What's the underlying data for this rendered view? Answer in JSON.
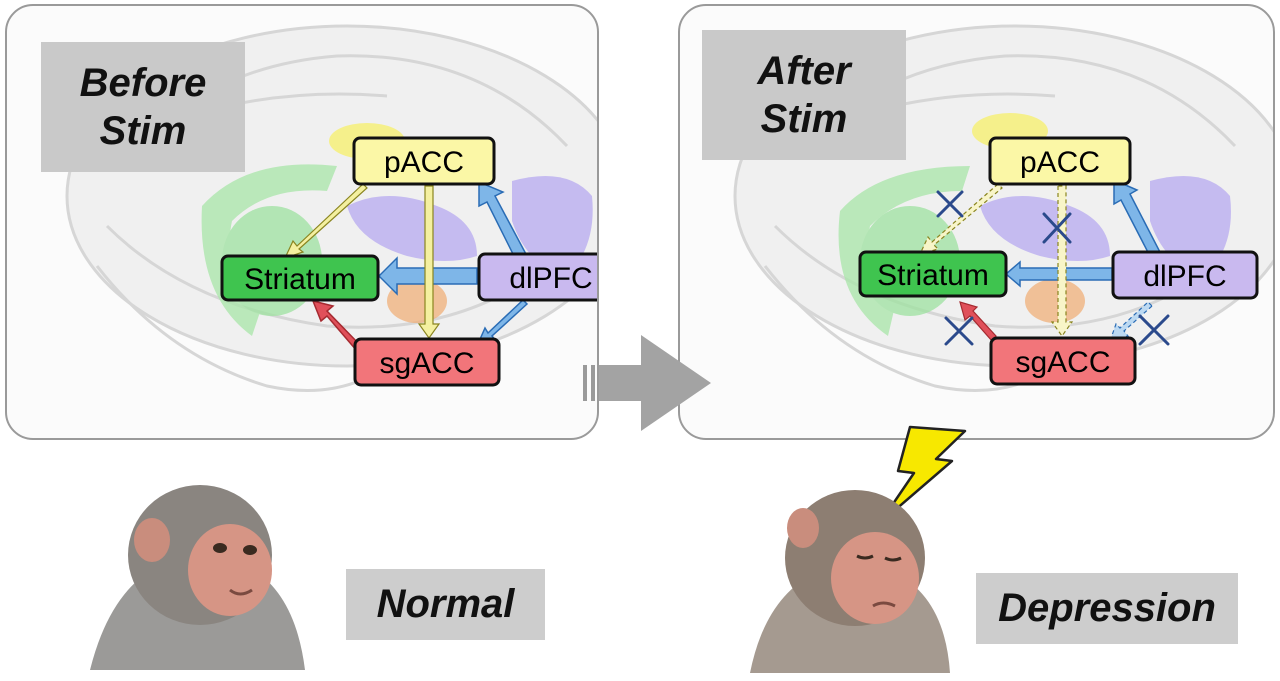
{
  "panels": {
    "before": {
      "phase_label": "Before\nStim"
    },
    "after": {
      "phase_label": "After\nStim"
    }
  },
  "nodes": {
    "pacc": "pACC",
    "striatum": "Striatum",
    "dlpfc": "dlPFC",
    "sgacc": "sgACC"
  },
  "states": {
    "normal": "Normal",
    "depression": "Depression"
  },
  "colors": {
    "pacc": "#fbf7a6",
    "striatum": "#3fc44f",
    "dlpfc": "#c9b9ef",
    "sgacc": "#f2757a",
    "dlpfc_arrow": "#7eb6e8",
    "sgacc_arrow": "#e0505a",
    "pacc_arrow": "#f4f0a0",
    "cross": "#2b4a8c",
    "bolt": "#f7e800"
  },
  "icons": [
    "brain-image",
    "monkey-image",
    "lightning-bolt-icon",
    "right-arrow-icon",
    "cross-mark-icon"
  ]
}
